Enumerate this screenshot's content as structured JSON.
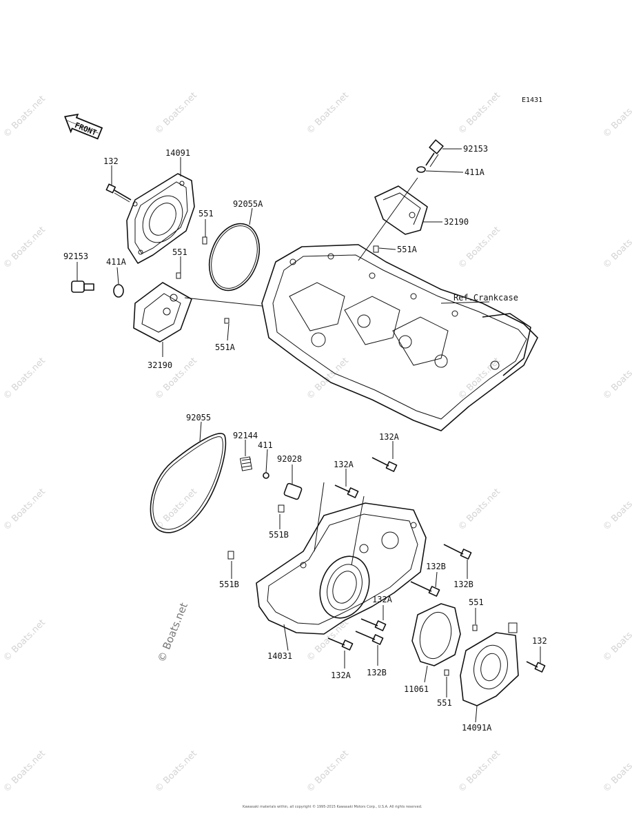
{
  "diagram_code": "E1431",
  "front_label": "FRONT",
  "ref_label": "Ref.Crankcase",
  "watermark": "© Boats.net",
  "copyright": "Kawasaki materials within, all copyright © 1995-2015 Kawasaki Motors Corp., U.S.A. All rights reserved.",
  "part_labels": {
    "p132_tl": "132",
    "p14091": "14091",
    "p551_a": "551",
    "p92055A": "92055A",
    "p551_b": "551",
    "p92153_l": "92153",
    "p411A_l": "411A",
    "p32190_l": "32190",
    "p551A_l": "551A",
    "p92153_r": "92153",
    "p411A_r": "411A",
    "p32190_r": "32190",
    "p551A_r": "551A",
    "p92055": "92055",
    "p92144": "92144",
    "p411": "411",
    "p92028": "92028",
    "p132A_1": "132A",
    "p132A_2": "132A",
    "p551B_1": "551B",
    "p551B_2": "551B",
    "p132B_1": "132B",
    "p132B_2": "132B",
    "p132A_3": "132A",
    "p14031": "14031",
    "p132A_4": "132A",
    "p132B_3": "132B",
    "p551_c": "551",
    "p132_br": "132",
    "p11061": "11061",
    "p551_d": "551",
    "p14091A": "14091A"
  }
}
